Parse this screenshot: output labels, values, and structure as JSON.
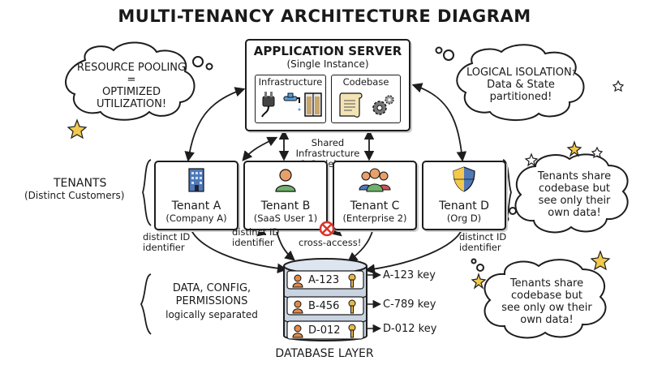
{
  "title": "MULTI-TENANCY ARCHITECTURE DIAGRAM",
  "server": {
    "title": "APPLICATION SERVER",
    "subtitle": "(Single Instance)",
    "infra_label": "Infrastructure",
    "codebase_label": "Codebase"
  },
  "shared_label": {
    "line1": "Shared Infrastructure",
    "line2": "& Codebase"
  },
  "cloud_left": {
    "line1": "RESOURCE POOLING",
    "line2": "=",
    "line3": "OPTIMIZED",
    "line4": "UTILIZATION!"
  },
  "cloud_right_top": {
    "line1": "LOGICAL ISOLATION:",
    "line2": "Data & State",
    "line3": "partitioned!"
  },
  "tenants_label": {
    "line1": "TENANTS",
    "line2": "(Distinct Customers)"
  },
  "tenants": [
    {
      "name": "Tenant A",
      "sub": "(Company A)",
      "icon": "building-icon"
    },
    {
      "name": "Tenant B",
      "sub": "(SaaS User 1)",
      "icon": "user-icon"
    },
    {
      "name": "Tenant C",
      "sub": "(Enterprise 2)",
      "icon": "group-icon"
    },
    {
      "name": "Tenant D",
      "sub": "(Org D)",
      "icon": "shield-icon"
    }
  ],
  "cloud_right_mid": {
    "line1": "Tenants share",
    "line2": "codebase but",
    "line3": "see only their",
    "line4": "own data!"
  },
  "cloud_right_bottom": {
    "line1": "Tenants share",
    "line2": "codebase but",
    "line3": "see only ow their",
    "line4": "own data!"
  },
  "distinct_id": {
    "line1": "distinct ID",
    "line2": "identifier"
  },
  "cross_access": "cross-access!",
  "data_config": {
    "line1": "DATA, CONFIG,",
    "line2": "PERMISSIONS",
    "line3": "logically separated"
  },
  "db_rows": [
    {
      "id": "A-123",
      "key": "A-123 key"
    },
    {
      "id": "B-456",
      "key": "C-789 key"
    },
    {
      "id": "D-012",
      "key": "D-012 key"
    }
  ],
  "db_label": "DATABASE LAYER",
  "colors": {
    "ink": "#1d1d1d",
    "cyl": "#c9d3e2",
    "cyl_top": "#dde5f0",
    "user": "#e08a4a",
    "key": "#e8b84a",
    "forbid": "#d9342b"
  }
}
